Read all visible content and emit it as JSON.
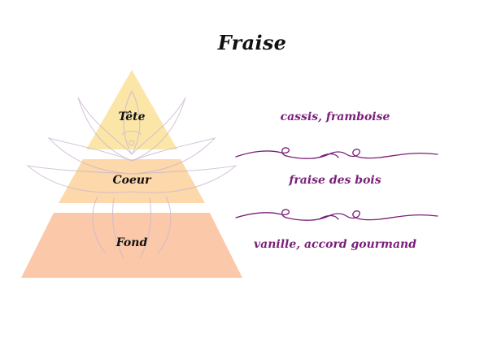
{
  "title": "Fraise",
  "accent_color": "#7a1e7a",
  "tiers": [
    {
      "label": "Tête",
      "notes": "cassis, framboise",
      "color": "#fbe3a6"
    },
    {
      "label": "Coeur",
      "notes": "fraise des bois",
      "color": "#fcd9ae"
    },
    {
      "label": "Fond",
      "notes": "vanille, accord gourmand",
      "color": "#fbc8a8"
    }
  ],
  "decorations": {
    "background_flower": "lotus-watermark",
    "dividers": "swirl-divider"
  }
}
